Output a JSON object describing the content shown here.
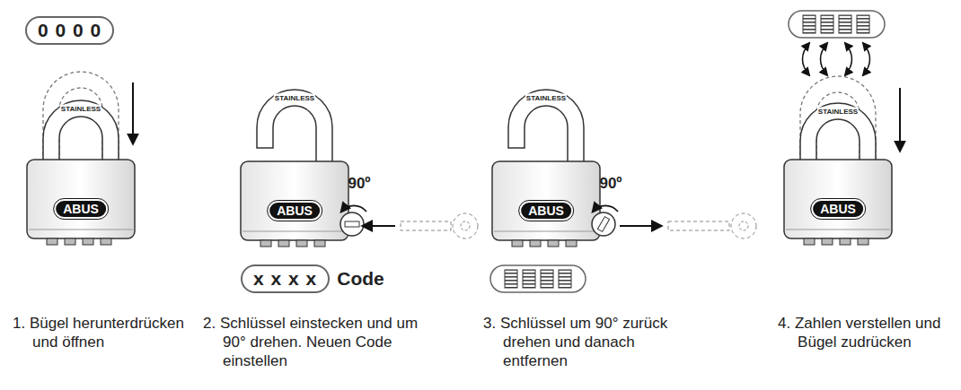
{
  "diagram": {
    "nodes": [
      {
        "text": [
          "0 0 0 0"
        ]
      },
      {
        "text": [
          "x x x x",
          "Code"
        ]
      }
    ],
    "labels": [
      "STAINLESS",
      "ABUS",
      "STAINLESS",
      "ABUS",
      "90º",
      "STAINLESS",
      "ABUS",
      "90º",
      "STAINLESS",
      "ABUS",
      "1. Bügel herunterdrücken und öffnen",
      "2. Schlüssel einstecken und um 90° drehen. Neuen Code einstellen",
      "3. Schlüssel um 90° zurück drehen und danach entfernen",
      "4. Zahlen verstellen und Bügel zudrücken"
    ]
  }
}
